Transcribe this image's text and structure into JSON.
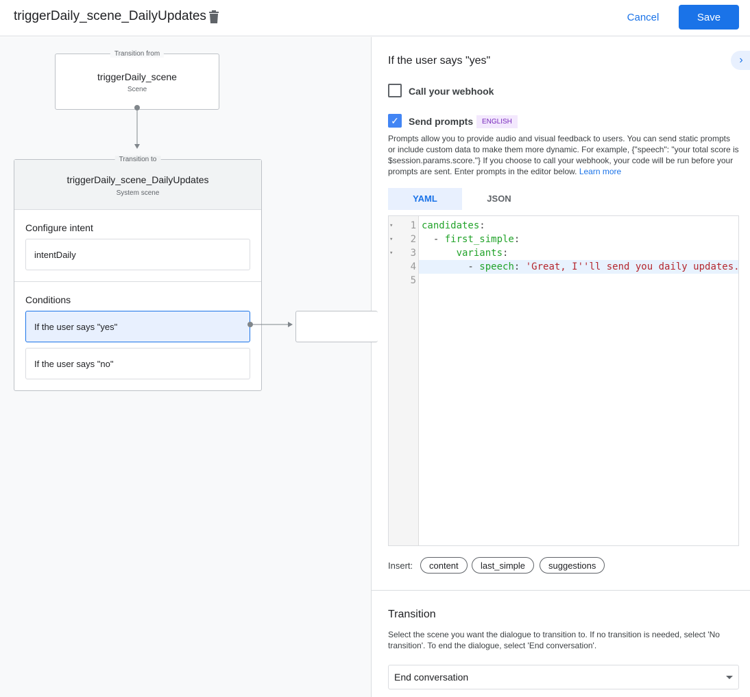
{
  "header": {
    "title": "triggerDaily_scene_DailyUpdates",
    "cancel": "Cancel",
    "save": "Save"
  },
  "canvas": {
    "from": {
      "label": "Transition from",
      "name": "triggerDaily_scene",
      "type": "Scene"
    },
    "to": {
      "label": "Transition to",
      "name": "triggerDaily_scene_DailyUpdates",
      "type": "System scene"
    },
    "intent_heading": "Configure intent",
    "intent": "intentDaily",
    "conditions_heading": "Conditions",
    "conditions": [
      "If the user says \"yes\"",
      "If the user says \"no\""
    ]
  },
  "panel": {
    "title": "If the user says \"yes\"",
    "webhook": {
      "label": "Call your webhook",
      "checked": false
    },
    "prompts": {
      "label": "Send prompts",
      "checked": true,
      "badge": "ENGLISH"
    },
    "description": "Prompts allow you to provide audio and visual feedback to users. You can send static prompts or include custom data to make them more dynamic. For example, {\"speech\": \"your total score is $session.params.score.\"} If you choose to call your webhook, your code will be run before your prompts are sent. Enter prompts in the editor below.",
    "learn_more": "Learn more",
    "tabs": [
      "YAML",
      "JSON"
    ],
    "active_tab": "YAML",
    "code": {
      "lines": [
        {
          "n": "1",
          "parts": [
            [
              "k",
              "candidates"
            ],
            [
              "p",
              ":"
            ]
          ]
        },
        {
          "n": "2",
          "parts": [
            [
              "p",
              "  - "
            ],
            [
              "k",
              "first_simple"
            ],
            [
              "p",
              ":"
            ]
          ]
        },
        {
          "n": "3",
          "parts": [
            [
              "p",
              "      "
            ],
            [
              "k",
              "variants"
            ],
            [
              "p",
              ":"
            ]
          ]
        },
        {
          "n": "4",
          "parts": [
            [
              "p",
              "        - "
            ],
            [
              "k",
              "speech"
            ],
            [
              "p",
              ": "
            ],
            [
              "s",
              "'Great, I''ll send you daily updates."
            ]
          ]
        },
        {
          "n": "5",
          "parts": []
        }
      ]
    },
    "insert_label": "Insert:",
    "insert_chips": [
      "content",
      "last_simple",
      "suggestions"
    ],
    "transition": {
      "heading": "Transition",
      "description": "Select the scene you want the dialogue to transition to. If no transition is needed, select 'No transition'. To end the dialogue, select 'End conversation'.",
      "selected": "End conversation"
    }
  }
}
